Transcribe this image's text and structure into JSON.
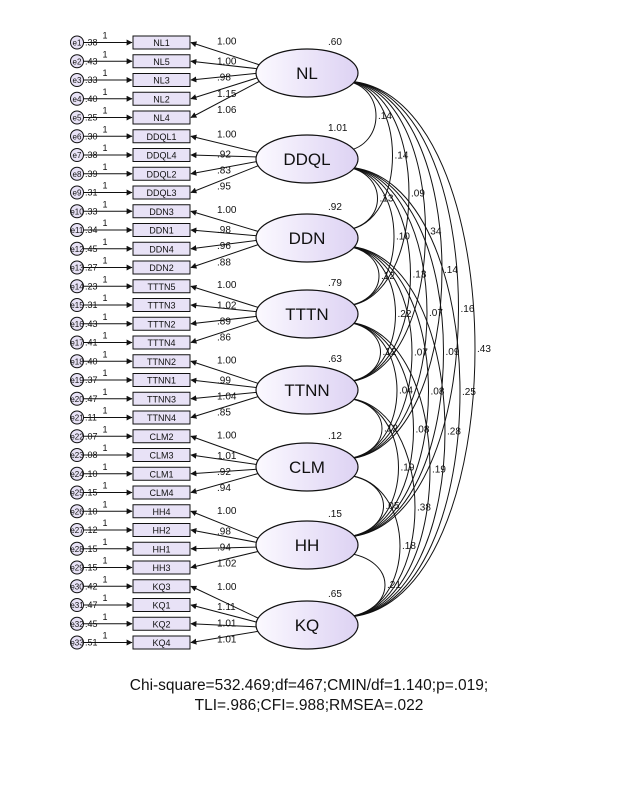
{
  "model": {
    "colors": {
      "box_fill": "#e8e2f6",
      "ellipse_fill_light": "#fbf9ff",
      "ellipse_fill_dark": "#ddd2f3",
      "stroke": "#111111"
    },
    "factors": [
      {
        "name": "NL",
        "variance": ".60",
        "indicators": [
          {
            "label": "NL1",
            "error": "e1",
            "error_variance": ".38",
            "error_path": "1",
            "loading": "1.00"
          },
          {
            "label": "NL5",
            "error": "e2",
            "error_variance": ".43",
            "error_path": "1",
            "loading": "1.00"
          },
          {
            "label": "NL3",
            "error": "e3",
            "error_variance": ".33",
            "error_path": "1",
            "loading": ".98"
          },
          {
            "label": "NL2",
            "error": "e4",
            "error_variance": ".40",
            "error_path": "1",
            "loading": "1.15"
          },
          {
            "label": "NL4",
            "error": "e5",
            "error_variance": ".25",
            "error_path": "1",
            "loading": "1.06"
          }
        ]
      },
      {
        "name": "DDQL",
        "variance": "1.01",
        "indicators": [
          {
            "label": "DDQL1",
            "error": "e6",
            "error_variance": ".30",
            "error_path": "1",
            "loading": "1.00"
          },
          {
            "label": "DDQL4",
            "error": "e7",
            "error_variance": ".38",
            "error_path": "1",
            "loading": ".92"
          },
          {
            "label": "DDQL2",
            "error": "e8",
            "error_variance": ".39",
            "error_path": "1",
            "loading": ".83"
          },
          {
            "label": "DDQL3",
            "error": "e9",
            "error_variance": ".31",
            "error_path": "1",
            "loading": ".95"
          }
        ]
      },
      {
        "name": "DDN",
        "variance": ".92",
        "indicators": [
          {
            "label": "DDN3",
            "error": "e10",
            "error_variance": ".33",
            "error_path": "1",
            "loading": "1.00"
          },
          {
            "label": "DDN1",
            "error": "e11",
            "error_variance": ".34",
            "error_path": "1",
            "loading": ".98"
          },
          {
            "label": "DDN4",
            "error": "e12",
            "error_variance": ".45",
            "error_path": "1",
            "loading": ".96"
          },
          {
            "label": "DDN2",
            "error": "e13",
            "error_variance": ".27",
            "error_path": "1",
            "loading": ".88"
          }
        ]
      },
      {
        "name": "TTTN",
        "variance": ".79",
        "indicators": [
          {
            "label": "TTTN5",
            "error": "e14",
            "error_variance": ".23",
            "error_path": "1",
            "loading": "1.00"
          },
          {
            "label": "TTTN3",
            "error": "e15",
            "error_variance": ".31",
            "error_path": "1",
            "loading": "1.02"
          },
          {
            "label": "TTTN2",
            "error": "e16",
            "error_variance": ".43",
            "error_path": "1",
            "loading": ".89"
          },
          {
            "label": "TTTN4",
            "error": "e17",
            "error_variance": ".41",
            "error_path": "1",
            "loading": ".86"
          }
        ]
      },
      {
        "name": "TTNN",
        "variance": ".63",
        "indicators": [
          {
            "label": "TTNN2",
            "error": "e18",
            "error_variance": ".40",
            "error_path": "1",
            "loading": "1.00"
          },
          {
            "label": "TTNN1",
            "error": "e19",
            "error_variance": ".37",
            "error_path": "1",
            "loading": ".99"
          },
          {
            "label": "TTNN3",
            "error": "e20",
            "error_variance": ".47",
            "error_path": "1",
            "loading": "1.04"
          },
          {
            "label": "TTNN4",
            "error": "e21",
            "error_variance": ".11",
            "error_path": "1",
            "loading": ".85"
          }
        ]
      },
      {
        "name": "CLM",
        "variance": ".12",
        "indicators": [
          {
            "label": "CLM2",
            "error": "e22",
            "error_variance": ".07",
            "error_path": "1",
            "loading": "1.00"
          },
          {
            "label": "CLM3",
            "error": "e23",
            "error_variance": ".08",
            "error_path": "1",
            "loading": "1.01"
          },
          {
            "label": "CLM1",
            "error": "e24",
            "error_variance": ".10",
            "error_path": "1",
            "loading": ".92"
          },
          {
            "label": "CLM4",
            "error": "e25",
            "error_variance": ".15",
            "error_path": "1",
            "loading": ".94"
          }
        ]
      },
      {
        "name": "HH",
        "variance": ".15",
        "indicators": [
          {
            "label": "HH4",
            "error": "e26",
            "error_variance": ".10",
            "error_path": "1",
            "loading": "1.00"
          },
          {
            "label": "HH2",
            "error": "e27",
            "error_variance": ".12",
            "error_path": "1",
            "loading": ".98"
          },
          {
            "label": "HH1",
            "error": "e28",
            "error_variance": ".15",
            "error_path": "1",
            "loading": ".94"
          },
          {
            "label": "HH3",
            "error": "e29",
            "error_variance": ".15",
            "error_path": "1",
            "loading": "1.02"
          }
        ]
      },
      {
        "name": "KQ",
        "variance": ".65",
        "indicators": [
          {
            "label": "KQ3",
            "error": "e30",
            "error_variance": ".42",
            "error_path": "1",
            "loading": "1.00"
          },
          {
            "label": "KQ1",
            "error": "e31",
            "error_variance": ".47",
            "error_path": "1",
            "loading": "1.11"
          },
          {
            "label": "KQ2",
            "error": "e32",
            "error_variance": ".45",
            "error_path": "1",
            "loading": "1.01"
          },
          {
            "label": "KQ4",
            "error": "e33",
            "error_variance": ".51",
            "error_path": "1",
            "loading": "1.01"
          }
        ]
      }
    ],
    "covariances": [
      {
        "from": "NL",
        "to": "DDQL",
        "value": ".14"
      },
      {
        "from": "NL",
        "to": "DDN",
        "value": ".14"
      },
      {
        "from": "NL",
        "to": "TTTN",
        "value": ".09"
      },
      {
        "from": "NL",
        "to": "TTNN",
        "value": ".34"
      },
      {
        "from": "NL",
        "to": "CLM",
        "value": ".14"
      },
      {
        "from": "NL",
        "to": "HH",
        "value": ".16"
      },
      {
        "from": "NL",
        "to": "KQ",
        "value": ".43"
      },
      {
        "from": "DDQL",
        "to": "DDN",
        "value": ".13"
      },
      {
        "from": "DDQL",
        "to": "TTTN",
        "value": ".10"
      },
      {
        "from": "DDQL",
        "to": "TTNN",
        "value": ".13"
      },
      {
        "from": "DDQL",
        "to": "CLM",
        "value": ".07"
      },
      {
        "from": "DDQL",
        "to": "HH",
        "value": ".09"
      },
      {
        "from": "DDQL",
        "to": "KQ",
        "value": ".25"
      },
      {
        "from": "DDN",
        "to": "TTTN",
        "value": ".12"
      },
      {
        "from": "DDN",
        "to": "TTNN",
        "value": ".22"
      },
      {
        "from": "DDN",
        "to": "CLM",
        "value": ".07"
      },
      {
        "from": "DDN",
        "to": "HH",
        "value": ".08"
      },
      {
        "from": "DDN",
        "to": "KQ",
        "value": ".28"
      },
      {
        "from": "TTTN",
        "to": "TTNN",
        "value": ".12"
      },
      {
        "from": "TTTN",
        "to": "CLM",
        "value": ".04"
      },
      {
        "from": "TTTN",
        "to": "HH",
        "value": ".08"
      },
      {
        "from": "TTTN",
        "to": "KQ",
        "value": ".19"
      },
      {
        "from": "TTNN",
        "to": "CLM",
        "value": ".12"
      },
      {
        "from": "TTNN",
        "to": "HH",
        "value": ".19"
      },
      {
        "from": "TTNN",
        "to": "KQ",
        "value": ".38"
      },
      {
        "from": "CLM",
        "to": "HH",
        "value": ".05"
      },
      {
        "from": "CLM",
        "to": "KQ",
        "value": ".18"
      },
      {
        "from": "HH",
        "to": "KQ",
        "value": ".21"
      }
    ]
  },
  "fit": {
    "line1": "Chi-square=532.469;df=467;CMIN/df=1.140;p=.019;",
    "line2": "TLI=.986;CFI=.988;RMSEA=.022"
  }
}
